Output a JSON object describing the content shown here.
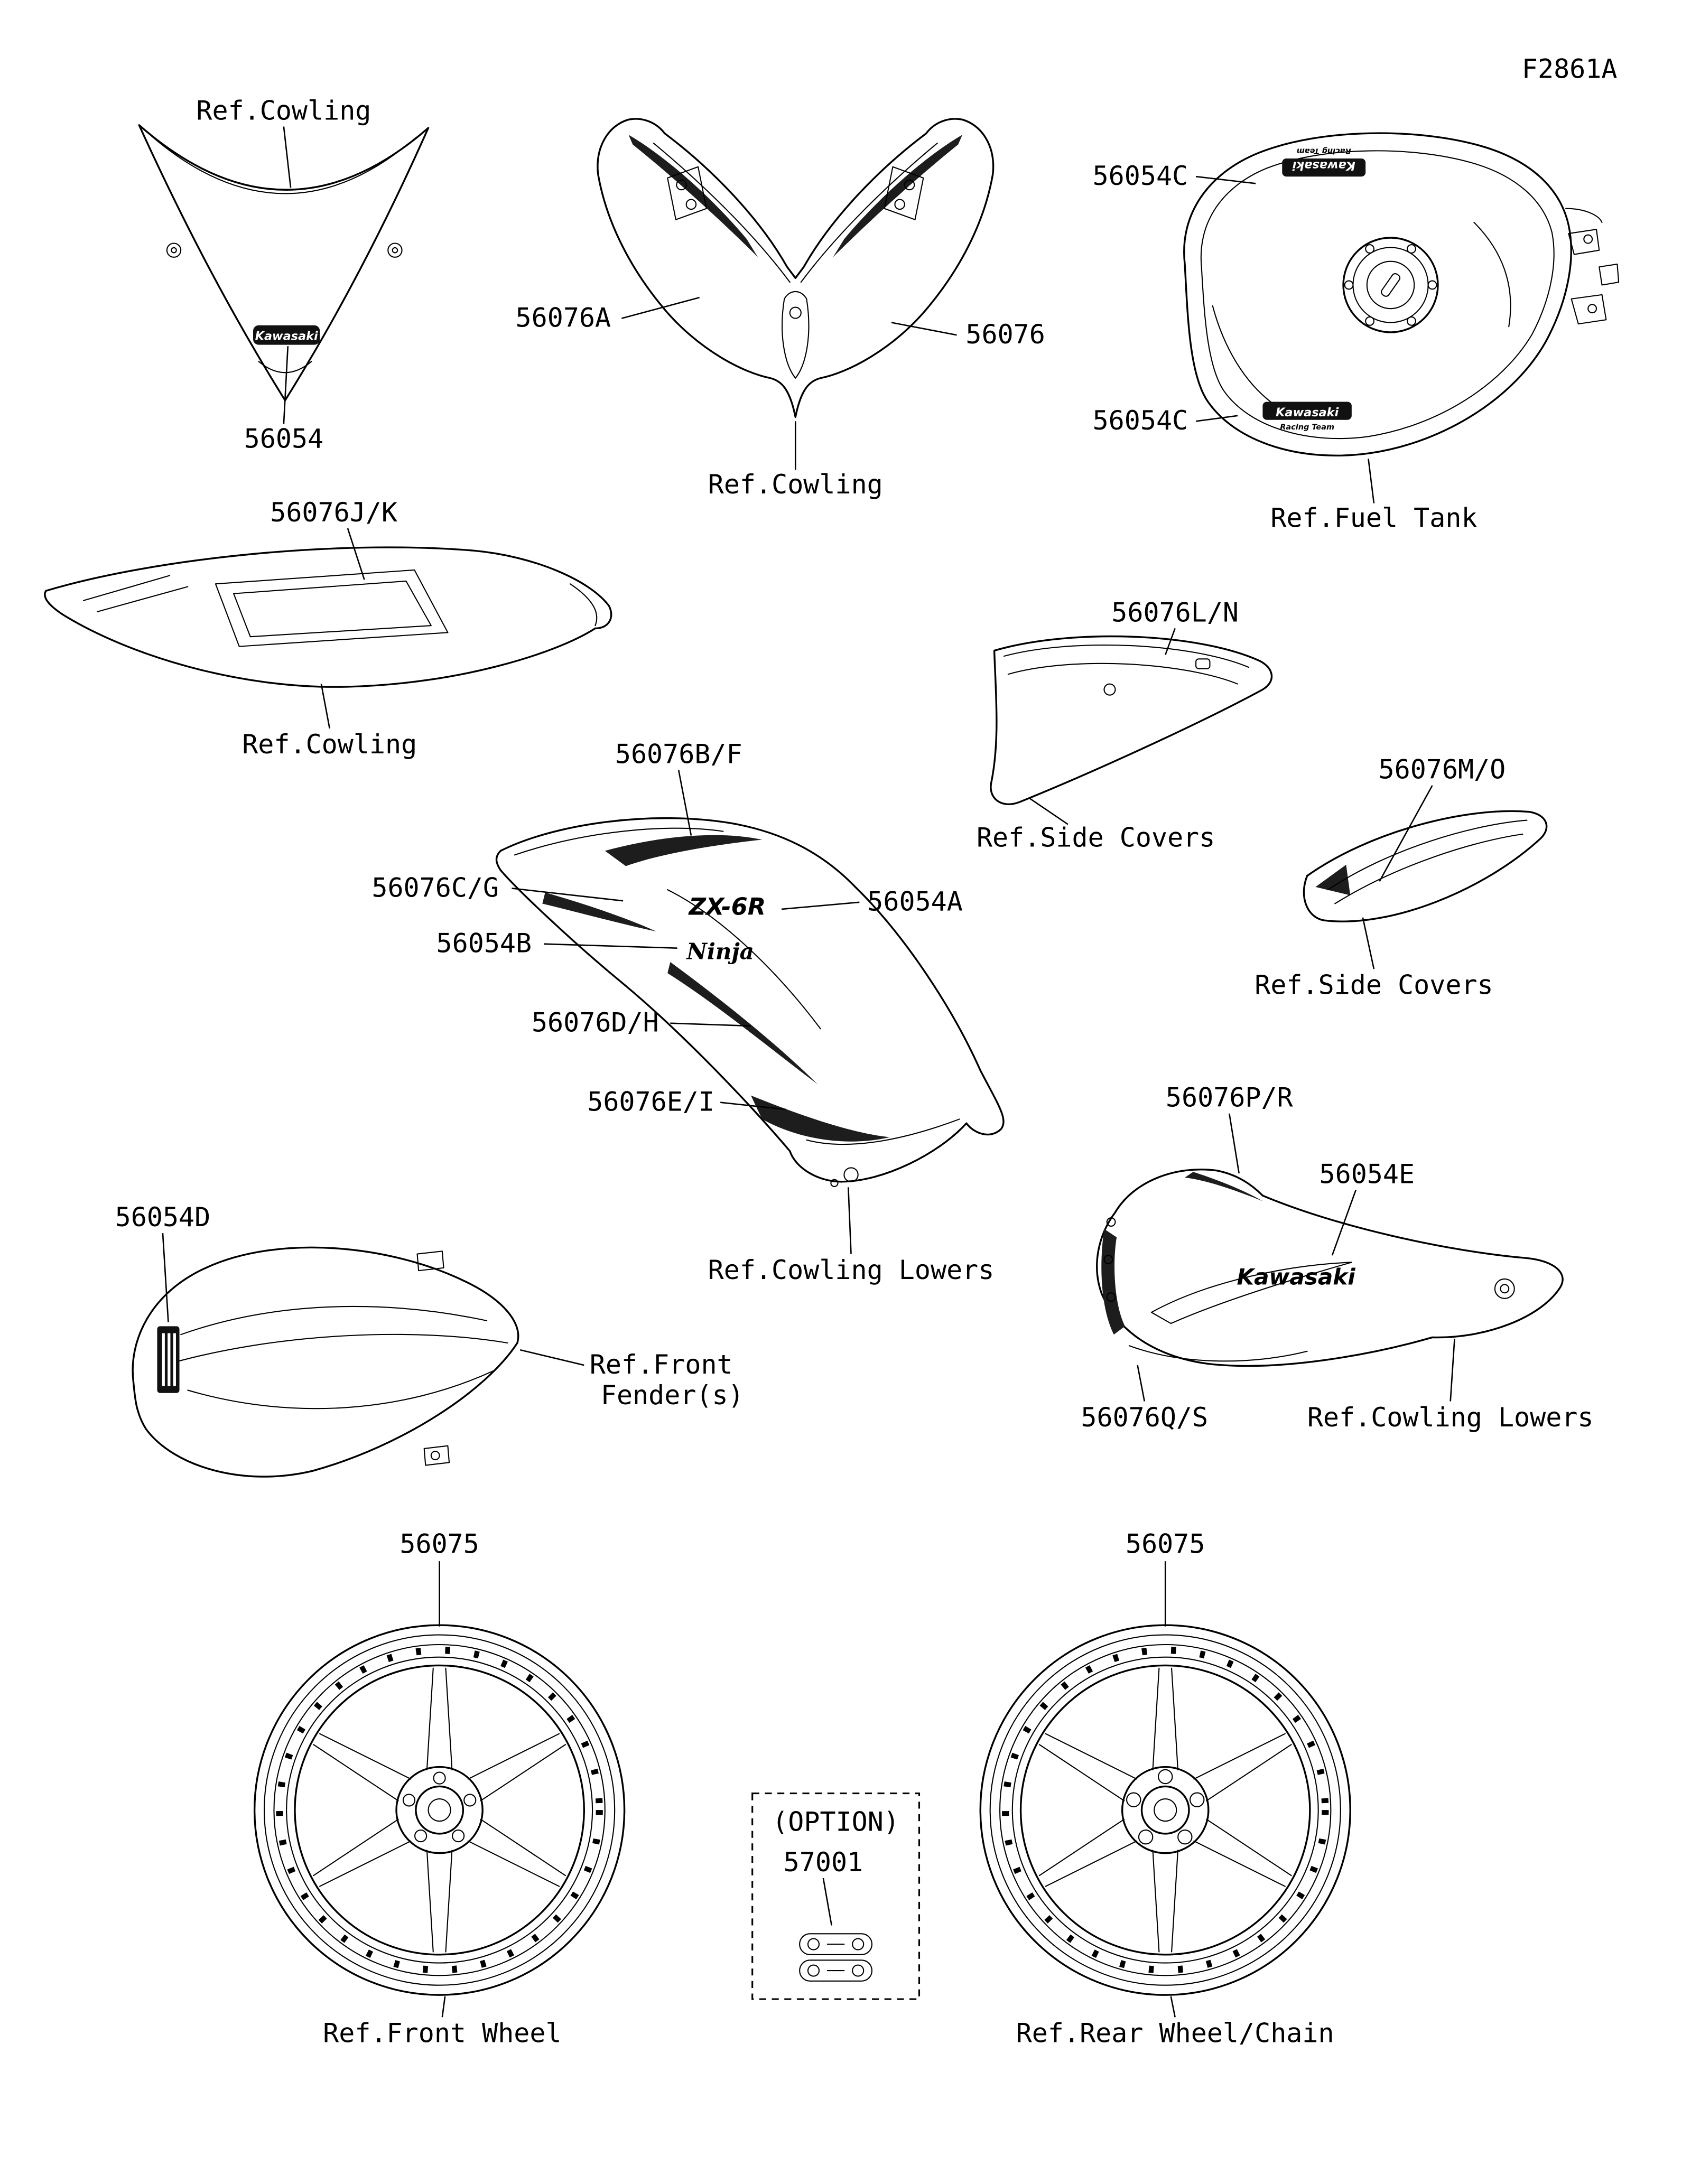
{
  "page": {
    "figure_code": "F2861A",
    "background": "#ffffff",
    "line_color": "#000000"
  },
  "windscreen": {
    "ref_label": "Ref.Cowling",
    "part_label": "56054",
    "logo_text": "Kawasaki"
  },
  "front_cowling": {
    "part_left": "56076A",
    "part_right": "56076",
    "ref_label": "Ref.Cowling"
  },
  "fuel_tank": {
    "part_top": "56054C",
    "part_bottom": "56054C",
    "ref_label": "Ref.Fuel Tank",
    "logo_brand": "Kawasaki",
    "logo_sub": "Racing Team"
  },
  "center_cowling": {
    "part_label": "56076J/K",
    "ref_label": "Ref.Cowling"
  },
  "side_cover_upper": {
    "part_label": "56076L/N",
    "ref_label": "Ref.Side Covers"
  },
  "side_cover_lower": {
    "part_label": "56076M/O",
    "ref_label": "Ref.Side Covers"
  },
  "side_cowling": {
    "part_bf": "56076B/F",
    "part_cg": "56076C/G",
    "part_54b": "56054B",
    "part_54a": "56054A",
    "part_dh": "56076D/H",
    "part_ei": "56076E/I",
    "ref_label": "Ref.Cowling Lowers",
    "logo_model": "ZX-6R",
    "logo_ninja": "Ninja"
  },
  "front_fender": {
    "part_label": "56054D",
    "ref_line1": "Ref.Front",
    "ref_line2": "Fender(s)"
  },
  "lower_cowling": {
    "part_pr": "56076P/R",
    "part_54e": "56054E",
    "part_qs": "56076Q/S",
    "ref_label": "Ref.Cowling Lowers",
    "logo_text": "Kawasaki"
  },
  "front_wheel": {
    "part_label": "56075",
    "ref_label": "Ref.Front Wheel"
  },
  "rear_wheel": {
    "part_label": "56075",
    "ref_label": "Ref.Rear Wheel/Chain"
  },
  "option_box": {
    "header": "(OPTION)",
    "part_label": "57001"
  }
}
